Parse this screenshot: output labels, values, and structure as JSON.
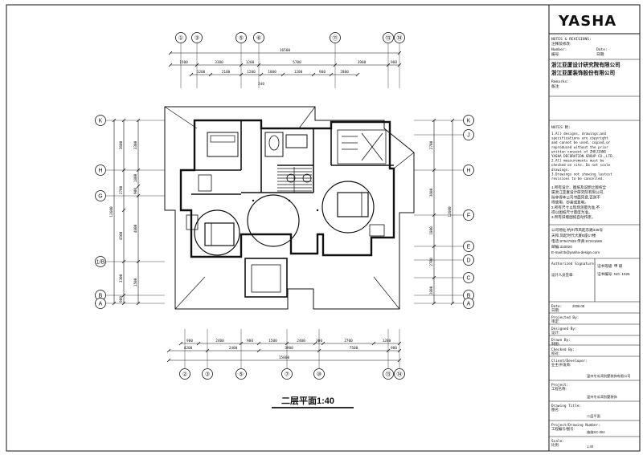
{
  "drawing": {
    "title": "二层平面1:40",
    "grid_top": [
      "①",
      "③",
      "⑤",
      "⑥",
      "⑪",
      "⑬",
      "⑭"
    ],
    "grid_bottom": [
      "②",
      "③",
      "⑤",
      "⑦",
      "⑩",
      "⑬",
      "⑭"
    ],
    "grid_left": [
      "K",
      "H",
      "G",
      "1/B",
      "B",
      "A"
    ],
    "grid_right": [
      "K",
      "J",
      "H",
      "F",
      "E",
      "D",
      "C",
      "B",
      "A"
    ],
    "dims_top_total": "16500",
    "dims_top_row1": [
      "1500",
      "3300",
      "1200",
      "5700",
      "3900",
      "900"
    ],
    "dims_top_row2": [
      "1200",
      "2100",
      "1200",
      "1800",
      "1200",
      "900",
      "2800"
    ],
    "dims_top_small": "240",
    "dims_bottom_row1": [
      "900",
      "2400",
      "900",
      "1500",
      "2400",
      "300",
      "2700",
      "1200"
    ],
    "dims_bottom_row2": [
      "4200",
      "2400",
      "3900",
      "7500",
      "900"
    ],
    "dims_bottom_total": "15800",
    "dims_left_outer": [
      "3600",
      "2700",
      "4500",
      "3300",
      "900"
    ],
    "dims_left_inner": [
      "3300",
      "1800",
      "900",
      "4800",
      "1500"
    ],
    "dims_left_total": "12600",
    "dims_right_outer": [
      "2700",
      "3600",
      "1800",
      "2700",
      "2800"
    ],
    "dims_right_total": "12600"
  },
  "titleblock": {
    "logo": "YASHA",
    "notes_header_en": "NOTES & REVISIONS:",
    "notes_header_cn": "注释及修改:",
    "number_en": "Number:",
    "number_cn": "编号:",
    "date_en": "Date:",
    "date_cn": "日期:",
    "company1": "浙江亚厦设计研究院有限公司",
    "company2": "浙江亚厦装饰股份有限公司",
    "remarks_en": "Remarks:",
    "remarks_cn": "备注:",
    "notes_label": "NOTES 附:",
    "notes_en": [
      "1.All designs, drawings,and",
      "specifications are copyright",
      "and cannot be used, copied,or",
      "reproduced without the prior",
      "written consent of ZHEJIANG",
      "YASHA DECORATION GROUP CO.,LTD.",
      "2.All measurements must be",
      "checked on site. Do not scale",
      "drawings.",
      "3.Drawings not showing lastest",
      "revisions to be cancelled."
    ],
    "notes_cn": [
      "1.所有设计、图纸及说明之版权全",
      "属浙江亚厦设计研究院有限公司,",
      "除非得本公司书面同意,否则不",
      "得使用、抄袭或复制。",
      "2.所有尺寸以现场测量为准,不",
      "得以图纸尺寸量度为准。",
      "3.所有旧版图纸自动作废。"
    ],
    "address": [
      "公司地址:杭州市风起东路335号",
      "天和.凤起时代大厦B座17楼",
      "电话:87547928  传真:87241666",
      "邮编:310020",
      "E-mail:tb@yasha-design.com"
    ],
    "auth_en": "Authorized Signature:",
    "auth_cn": "设计人员签章:",
    "cert1": "证书等级: 甲 级",
    "cert2": "证书编号: NO. 1025",
    "rows": [
      {
        "en": "Date:",
        "cn": "日期:",
        "val": "2008.08"
      },
      {
        "en": "Projected By:",
        "cn": "审定:",
        "val": ""
      },
      {
        "en": "Designed By:",
        "cn": "设计:",
        "val": ""
      },
      {
        "en": "Drawn By:",
        "cn": "制图:",
        "val": ""
      },
      {
        "en": "Checked By:",
        "cn": "校对:",
        "val": ""
      },
      {
        "en": "Client/Developer:",
        "cn": "业主/开发商:",
        "val": "温州冬瓜湾别墅装饰有限公司"
      },
      {
        "en": "Project:",
        "cn": "工程名称:",
        "val": "温州冬瓜湾别墅装饰"
      },
      {
        "en": "Drawing Title:",
        "cn": "图名:",
        "val": "二层平面"
      },
      {
        "en": "Project/Drawing Number:",
        "cn": "工程编号/图号:",
        "val": "施施SC-004"
      },
      {
        "en": "Scale:",
        "cn": "比例:",
        "val": "1:40"
      }
    ]
  }
}
